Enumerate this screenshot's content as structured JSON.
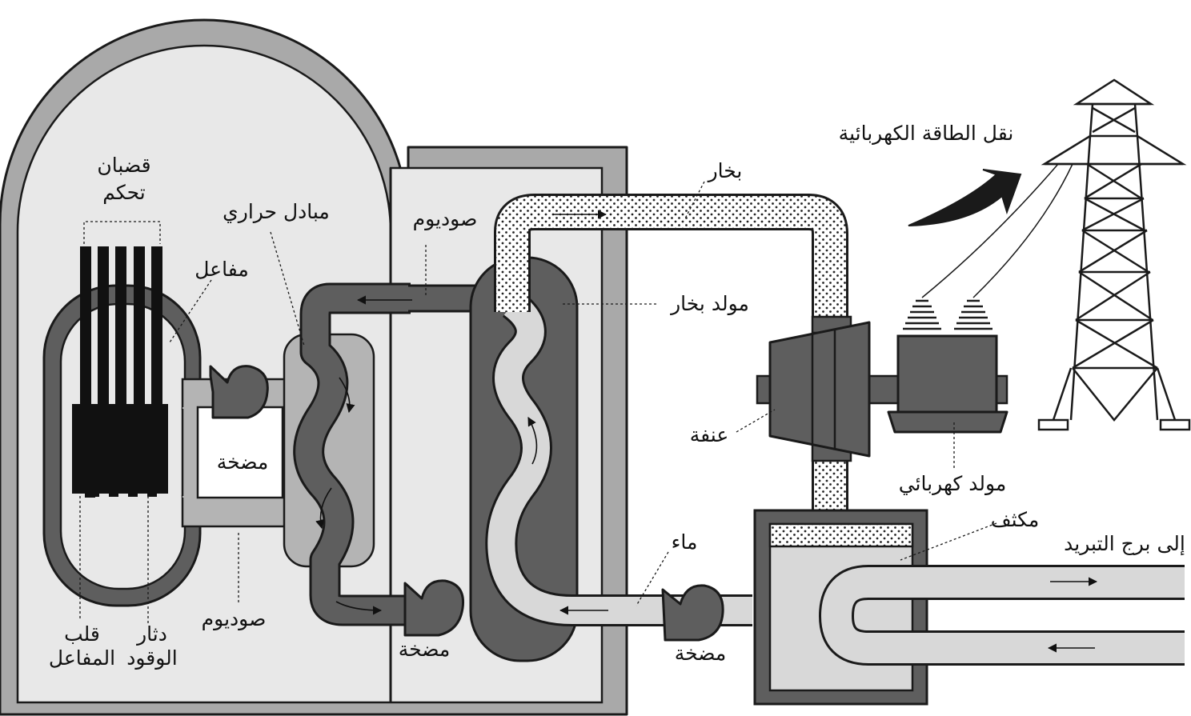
{
  "labels": {
    "control_rods": "قضبان تحكم",
    "reactor": "مفاعل",
    "heat_exchanger": "مبادل حراري",
    "sodium_top": "صوديوم",
    "steam": "بخار",
    "power_transmission": "نقل الطاقة الكهربائية",
    "steam_generator": "مولد بخار",
    "turbine": "عنفة",
    "electric_generator": "مولد كهربائي",
    "condenser": "مكثف",
    "water": "ماء",
    "to_cooling_tower": "إلى برج التبريد",
    "pump_primary": "مضخة",
    "pump_secondary": "مضخة",
    "pump_feedwater": "مضخة",
    "sodium_bottom": "صوديوم",
    "reactor_core": "قلب المفاعل",
    "fuel_cladding": "دثار الوقود"
  },
  "colors": {
    "outline": "#1a1a1a",
    "containment_wall": "#a9a9a9",
    "building_fill": "#e8e8e8",
    "dark_component": "#5e5e5e",
    "medium_component": "#b4b4b4",
    "light_fluid": "#d8d8d8",
    "rods": "#111111",
    "white": "#ffffff"
  }
}
